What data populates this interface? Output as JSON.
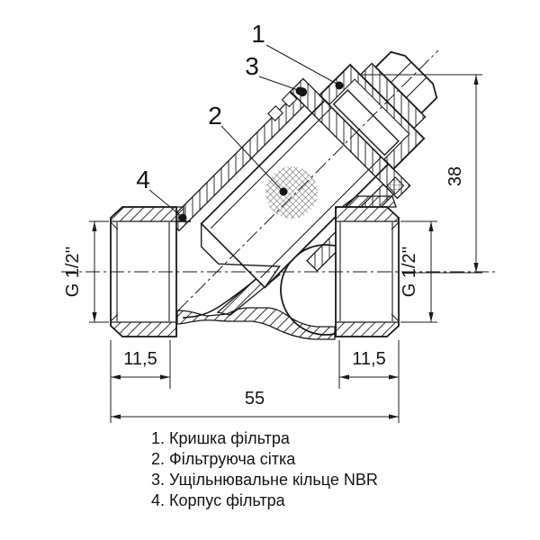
{
  "page": {
    "background": "#ffffff",
    "ink": "#1b1b1b"
  },
  "drawing": {
    "callouts": [
      {
        "num": "1"
      },
      {
        "num": "2"
      },
      {
        "num": "3"
      },
      {
        "num": "4"
      }
    ],
    "dimensions": {
      "total_length": "55",
      "port_depth_left": "11,5",
      "port_depth_right": "11,5",
      "branch_height": "38",
      "thread_left": "G 1/2''",
      "thread_right": "G 1/2''"
    },
    "legend": {
      "items": [
        "1. Кришка фільтра",
        "2. Фільтруюча сітка",
        "3. Ущільнювальне кільце NBR",
        "4. Корпус фільтра"
      ]
    }
  }
}
